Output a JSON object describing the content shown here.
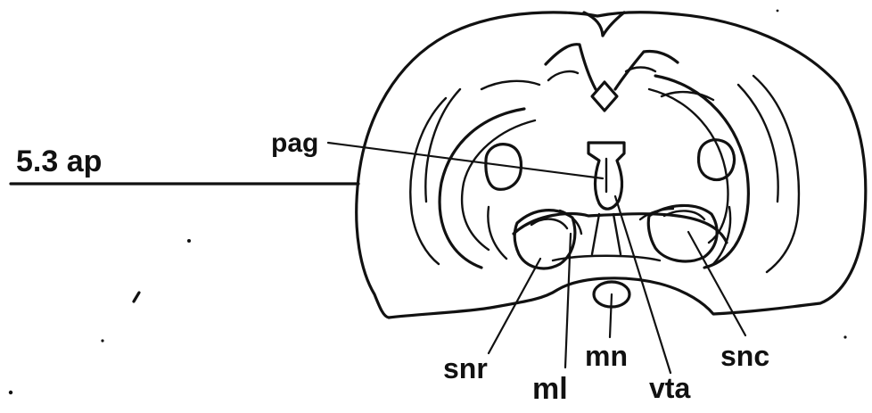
{
  "section_label": "5.3 ap",
  "labels": {
    "pag": "pag",
    "snr": "snr",
    "ml": "ml",
    "mn": "mn",
    "vta": "vta",
    "snc": "snc"
  },
  "colors": {
    "ink": "#111111",
    "background": "#ffffff"
  }
}
